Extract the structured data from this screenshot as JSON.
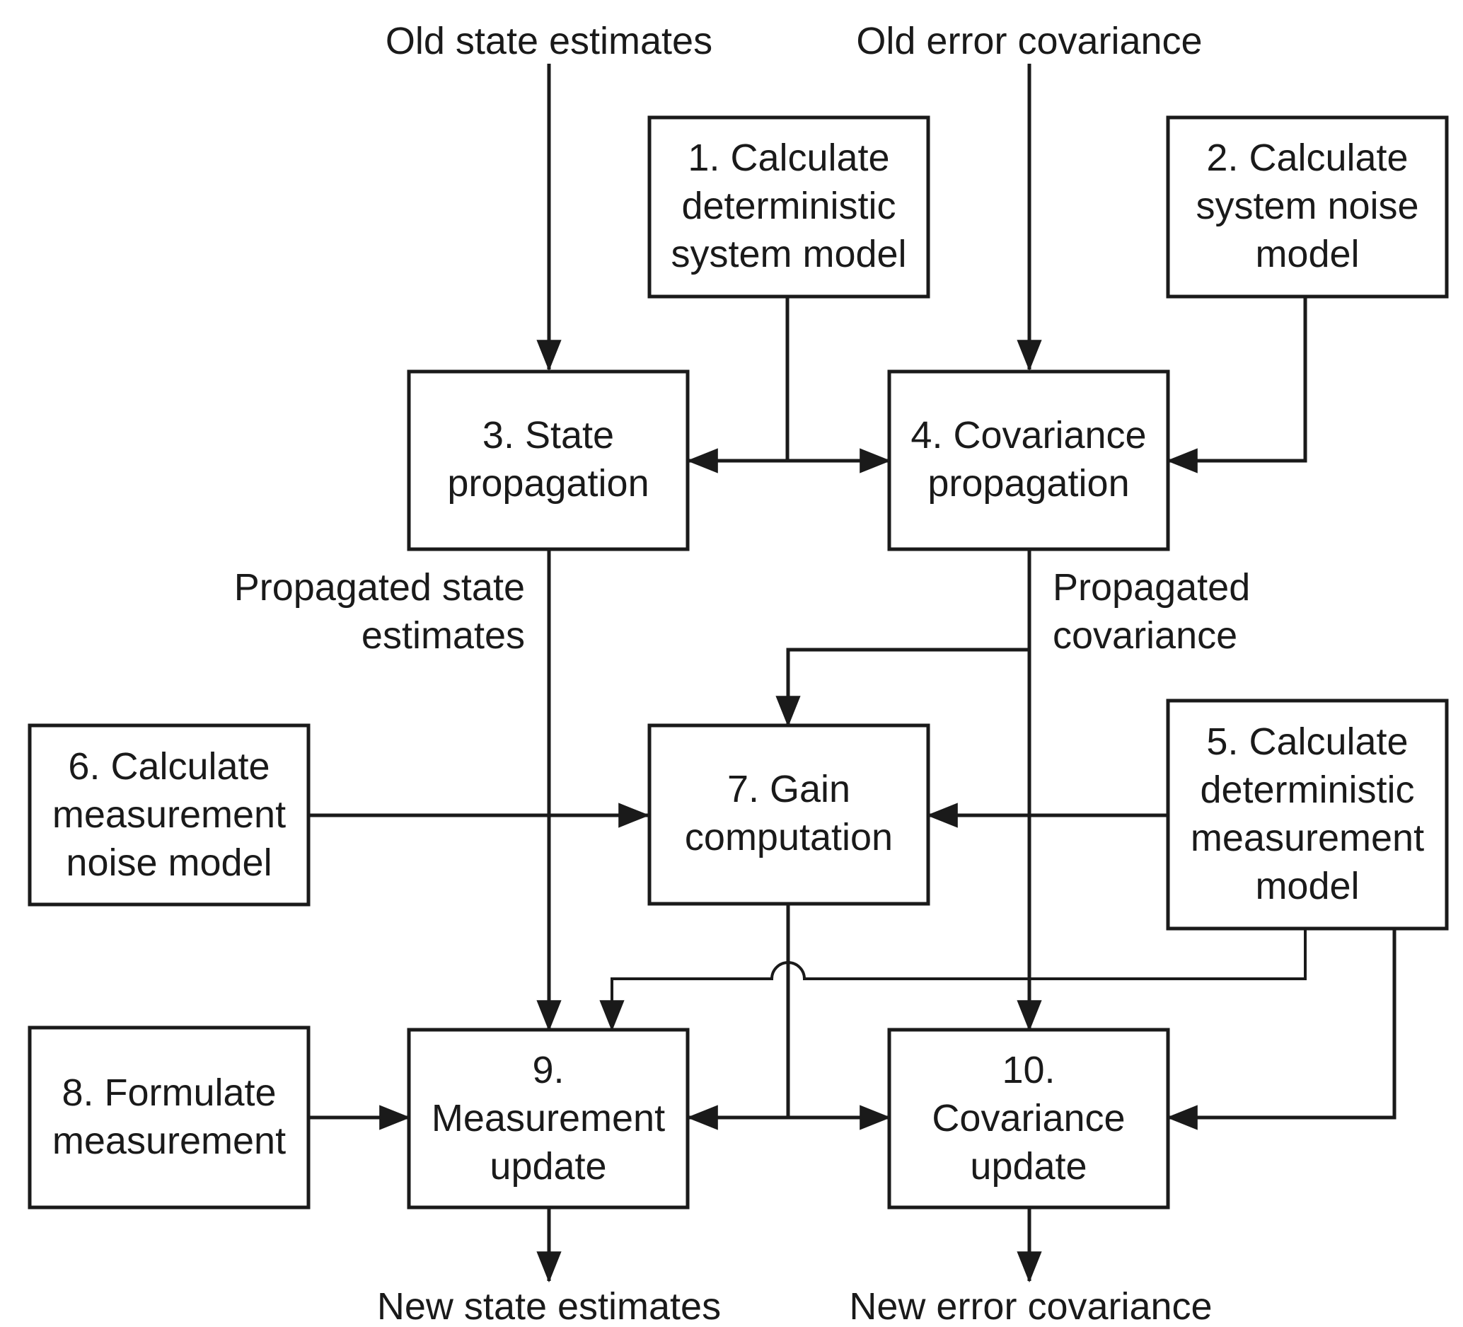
{
  "labels": {
    "old_state_estimates": "Old state estimates",
    "old_error_covariance": "Old error covariance",
    "propagated_state_line1": "Propagated state",
    "propagated_state_line2": "estimates",
    "propagated_covariance_line1": "Propagated",
    "propagated_covariance_line2": "covariance",
    "new_state_estimates": "New state estimates",
    "new_error_covariance": "New error covariance"
  },
  "boxes": {
    "b1": [
      "1. Calculate",
      "deterministic",
      "system model"
    ],
    "b2": [
      "2. Calculate",
      "system noise",
      "model"
    ],
    "b3": [
      "3. State",
      "propagation"
    ],
    "b4": [
      "4. Covariance",
      "propagation"
    ],
    "b5": [
      "5. Calculate",
      "deterministic",
      "measurement",
      "model"
    ],
    "b6": [
      "6. Calculate",
      "measurement",
      "noise model"
    ],
    "b7": [
      "7. Gain",
      "computation"
    ],
    "b8": [
      "8. Formulate",
      "measurement"
    ],
    "b9": [
      "9.",
      "Measurement",
      "update"
    ],
    "b10": [
      "10.",
      "Covariance",
      "update"
    ]
  }
}
